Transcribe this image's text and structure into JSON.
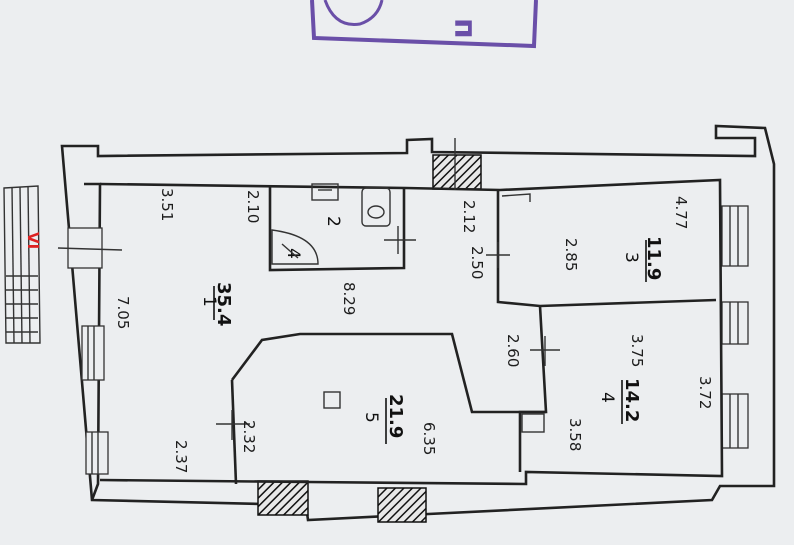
{
  "stamp": {
    "letter": "п",
    "color": "#6a4fa8"
  },
  "staircase": {
    "label": "VI",
    "color": "#d22222"
  },
  "rooms": [
    {
      "number": "1",
      "area": "35.4"
    },
    {
      "number": "2",
      "area": ""
    },
    {
      "number": "3",
      "area": "11.9"
    },
    {
      "number": "4",
      "area": "14.2"
    },
    {
      "number": "5",
      "area": "21.9"
    }
  ],
  "dimensions": {
    "d351": "3.51",
    "d210": "2.10",
    "d212": "2.12",
    "d477": "4.77",
    "d705": "7.05",
    "d829": "8.29",
    "d250": "2.50",
    "d285": "2.85",
    "d260": "2.60",
    "d375": "3.75",
    "d372": "3.72",
    "d358": "3.58",
    "d237": "2.37",
    "d232": "2.32",
    "d635": "6.35"
  },
  "symbols": {
    "stove": "4"
  }
}
